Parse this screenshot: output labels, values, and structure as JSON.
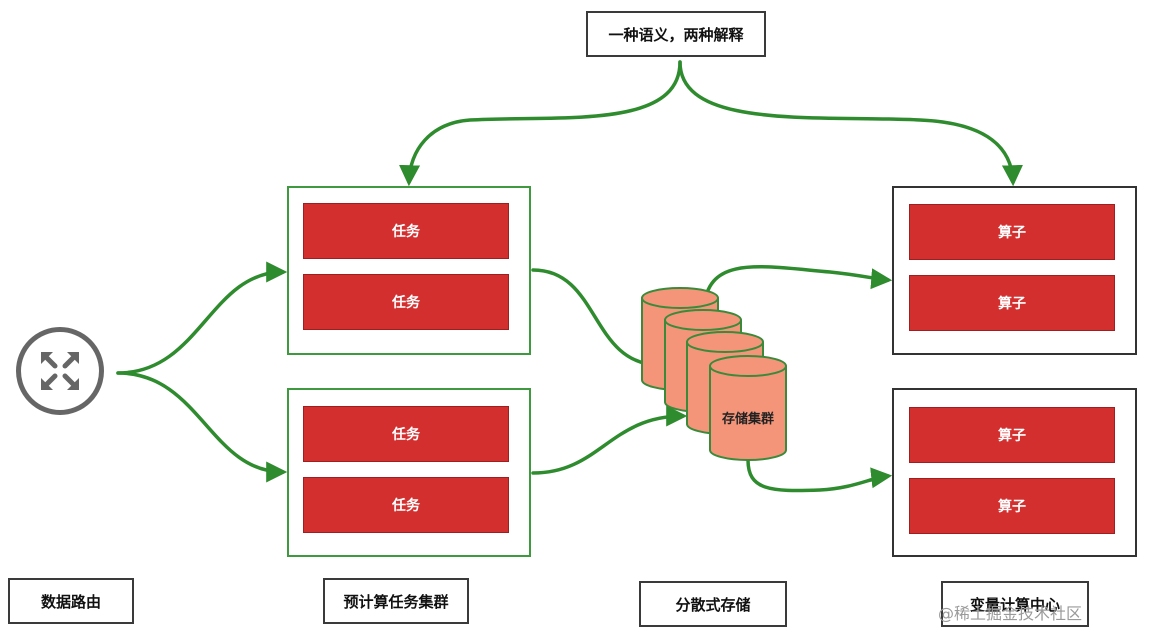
{
  "title": "一种语义，两种解释",
  "router_icon": "router-arrows-icon",
  "task_label": "任务",
  "operator_label": "算子",
  "storage_label": "存储集群",
  "footer_labels": {
    "routing": "数据路由",
    "precompute": "预计算任务集群",
    "storage": "分散式存储",
    "variable": "变量计算中心"
  },
  "watermark": "@稀土掘金技术社区",
  "colors": {
    "arrow": "#2e8b2e",
    "task": "#d32f2f",
    "cylinder": "#f4957a",
    "cylinder_border": "#3a8a3a"
  }
}
